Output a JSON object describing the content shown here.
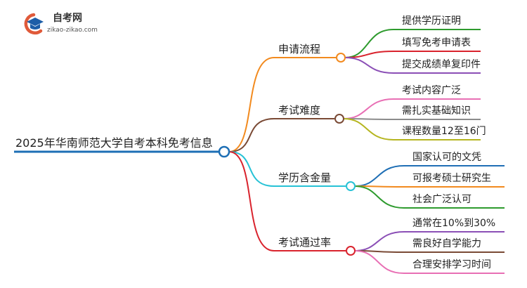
{
  "logo": {
    "title": "自考网",
    "subtitle": "zikao-zikao.com",
    "icon": "graduation-cap-icon",
    "colors": {
      "arc": "#e05a3a",
      "cap": "#1d5ea8"
    }
  },
  "mindmap": {
    "root": {
      "label": "2025年华南师范大学自考本科免考信息",
      "color": "#1d6fb5"
    },
    "branches": [
      {
        "label": "申请流程",
        "color": "#f28a1e",
        "children": [
          {
            "label": "提供学历证明",
            "color": "#2e9b2e"
          },
          {
            "label": "填写免考申请表",
            "color": "#d9232d"
          },
          {
            "label": "提交成绩单复印件",
            "color": "#8b4fb6"
          }
        ]
      },
      {
        "label": "考试难度",
        "color": "#7a4a35",
        "children": [
          {
            "label": "考试内容广泛",
            "color": "#e86fb4"
          },
          {
            "label": "需扎实基础知识",
            "color": "#8c8c8c"
          },
          {
            "label": "课程数量12至16门",
            "color": "#b5b51f"
          }
        ]
      },
      {
        "label": "学历含金量",
        "color": "#27c2d6",
        "children": [
          {
            "label": "国家认可的文凭",
            "color": "#1f6fb5"
          },
          {
            "label": "可报考硕士研究生",
            "color": "#f28a1e"
          },
          {
            "label": "社会广泛认可",
            "color": "#2e9b2e"
          }
        ]
      },
      {
        "label": "考试通过率",
        "color": "#d9232d",
        "children": [
          {
            "label": "通常在10%到30%",
            "color": "#8b4fb6"
          },
          {
            "label": "需良好自学能力",
            "color": "#7a4a35"
          },
          {
            "label": "合理安排学习时间",
            "color": "#e86fb4"
          }
        ]
      }
    ]
  }
}
